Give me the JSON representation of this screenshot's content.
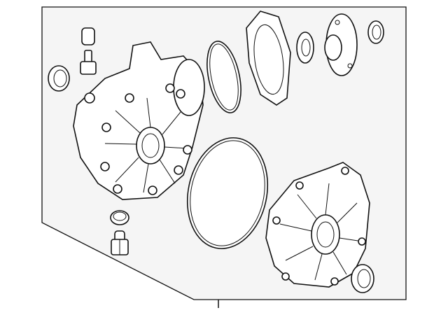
{
  "diagram": {
    "type": "exploded-parts-diagram",
    "colors": {
      "panel": "#f5f5f5",
      "line": "#111111",
      "part_fill": "#ffffff",
      "background": "#ffffff"
    },
    "parts": [
      "cap",
      "bleeder-valve",
      "seal-left",
      "differential-housing",
      "o-ring-small",
      "gasket-plate",
      "seal-small",
      "flange",
      "seal-top-right",
      "o-ring-large",
      "rear-cover",
      "seal-bottom-right",
      "seal-bottom",
      "drain-plug"
    ]
  }
}
